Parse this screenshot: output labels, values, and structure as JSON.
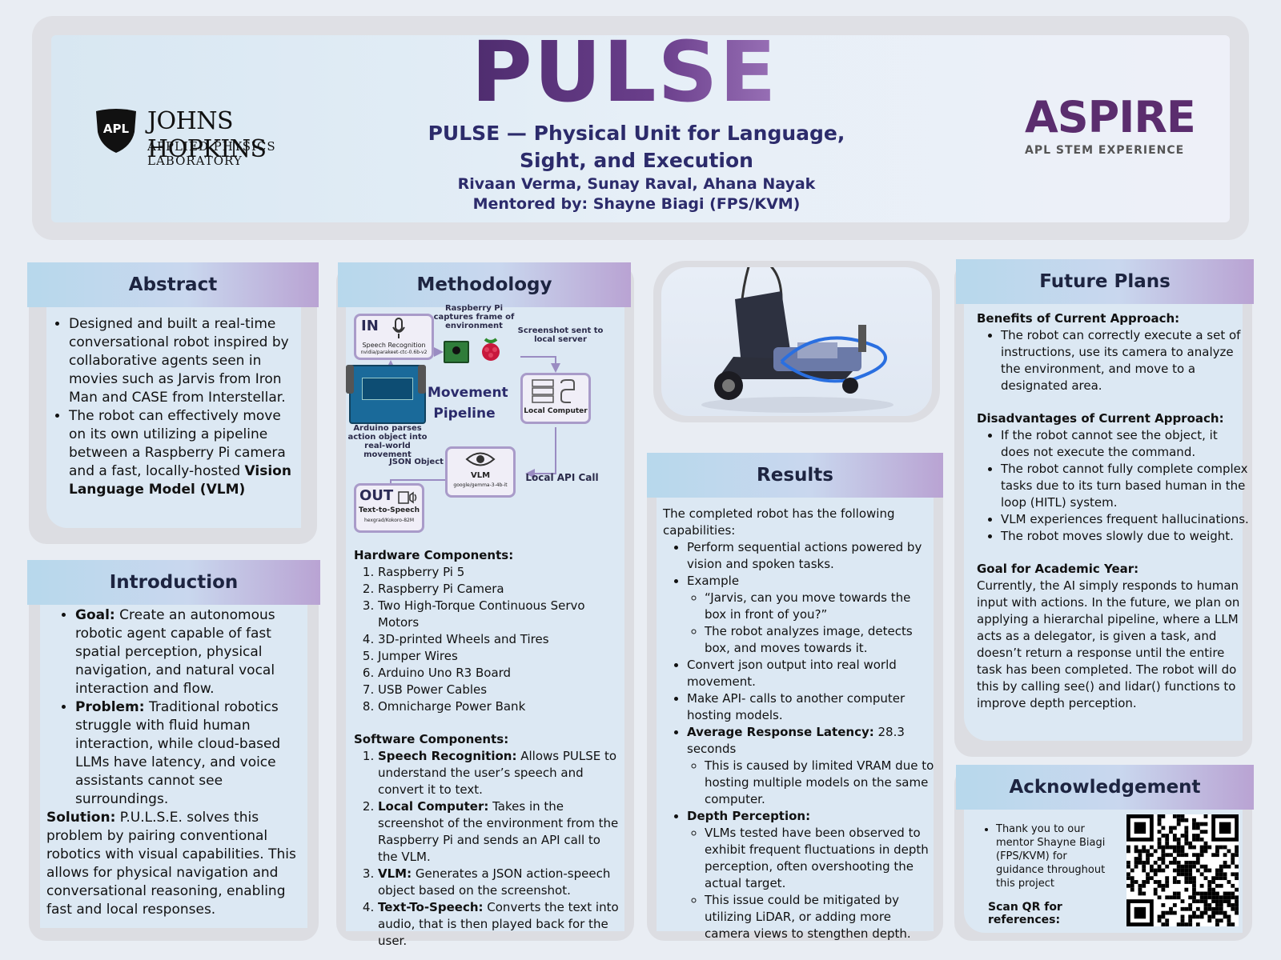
{
  "header": {
    "title": "PULSE",
    "subtitle": "PULSE — Physical Unit for Language, Sight, and Execution",
    "authors": "Rivaan Verma, Sunay Raval, Ahana Nayak",
    "mentor": "Mentored by: Shayne Biagi (FPS/KVM)",
    "left_logo": {
      "shield": "APL",
      "name": "JOHNS HOPKINS",
      "sub": "APPLIED PHYSICS LABORATORY"
    },
    "right_logo": {
      "name": "ASPIRE",
      "sub": "APL STEM EXPERIENCE"
    }
  },
  "abstract": {
    "heading": "Abstract",
    "b1": "Designed and built a real-time conversational robot inspired by collaborative agents seen in movies such as Jarvis from Iron Man and CASE from Interstellar.",
    "b2_pre": "The robot can effectively move on its own utilizing a pipeline between a Raspberry Pi camera and a fast, locally-hosted ",
    "b2_bold": "Vision Language Model (VLM)"
  },
  "introduction": {
    "heading": "Introduction",
    "goal_label": "Goal:",
    "goal": " Create an autonomous robotic agent capable of fast spatial perception, physical navigation, and natural vocal interaction and flow.",
    "problem_label": "Problem:",
    "problem": " Traditional robotics struggle with fluid human interaction, while cloud-based LLMs have latency, and voice assistants cannot see surroundings.",
    "solution_label": "Solution:",
    "solution": " P.U.L.S.E. solves this problem by pairing conventional robotics with visual capabilities. This allows for physical navigation and conversational reasoning, enabling fast and local responses."
  },
  "methodology": {
    "heading": "Methodology",
    "diagram": {
      "in": "IN",
      "speech": "Speech Recognition",
      "speech_model": "nvidia/parakeet-ctc-0.6b-v2",
      "pi_caption": "Raspberry Pi captures frame of environment",
      "screenshot_caption": "Screenshot sent to local server",
      "center_1": "Movement",
      "center_2": "Pipeline",
      "local_computer": "Local Computer",
      "arduino_caption": "Arduino parses action object into real-world movement",
      "json_object": "JSON Object",
      "vlm": "VLM",
      "vlm_model": "google/gemma-3-4b-it",
      "local_api": "Local API Call",
      "out": "OUT",
      "tts": "Text-to-Speech",
      "tts_model": "hexgrad/Kokoro-82M"
    },
    "hardware_heading": "Hardware Components:",
    "hardware": [
      "Raspberry Pi 5",
      "Raspberry Pi Camera",
      "Two High-Torque Continuous Servo Motors",
      "3D-printed Wheels and Tires",
      "Jumper Wires",
      "Arduino Uno R3 Board",
      "USB Power Cables",
      "Omnicharge Power Bank"
    ],
    "software_heading": "Software Components:",
    "software": [
      {
        "label": "Speech Recognition:",
        "text": " Allows PULSE to understand the user’s speech and convert it to text."
      },
      {
        "label": "Local Computer:",
        "text": " Takes in the screenshot of the environment from the Raspberry Pi and sends an API call to the VLM."
      },
      {
        "label": "VLM:",
        "text": " Generates a JSON action-speech object based on the screenshot."
      },
      {
        "label": "Text-To-Speech:",
        "text": " Converts the text into audio, that is then played back for the user."
      }
    ]
  },
  "results": {
    "heading": "Results",
    "intro": "The completed robot has the following capabilities:",
    "i1": "Perform sequential actions powered by vision and spoken tasks.",
    "i2": "Example",
    "i2a": "“Jarvis, can you move towards the box in front of you?”",
    "i2b": "The robot analyzes image, detects box, and moves towards it.",
    "i3": "Convert json output into real world movement.",
    "i4": "Make API- calls to another computer hosting models.",
    "i5_label": "Average Response Latency:",
    "i5": " 28.3 seconds",
    "i5a": "This is caused by limited VRAM due to hosting multiple models on the same computer.",
    "i6_label": "Depth Perception:",
    "i6a": "VLMs tested have been observed to exhibit frequent fluctuations in depth perception, often overshooting the actual target.",
    "i6b": "This issue could be mitigated by utilizing LiDAR, or adding more camera views to stengthen depth."
  },
  "future": {
    "heading": "Future Plans",
    "benefits_heading": "Benefits of Current Approach:",
    "benefits": [
      "The robot can correctly execute a set of instructions, use its camera to analyze the environment, and move to a designated area."
    ],
    "disadv_heading": "Disadvantages of Current Approach:",
    "disadv": [
      "If the robot cannot see the object, it does not execute the command.",
      "The robot cannot fully complete complex tasks due to its turn based human in the loop (HITL) system.",
      "VLM experiences frequent hallucinations.",
      "The robot moves slowly due to weight."
    ],
    "goal_heading": "Goal for Academic Year:",
    "goal": "Currently, the AI simply responds to human input with actions. In the future, we plan on applying a hierarchal pipeline, where a LLM acts as a delegator, is given a task, and doesn’t return a response until the entire task has been completed. The robot will do this by calling see() and lidar() functions to improve depth perception."
  },
  "ack": {
    "heading": "Acknowledgement",
    "text": "Thank you to our mentor Shayne Biagi (FPS/KVM) for guidance throughout this project",
    "qr_label": "Scan QR for references:"
  }
}
